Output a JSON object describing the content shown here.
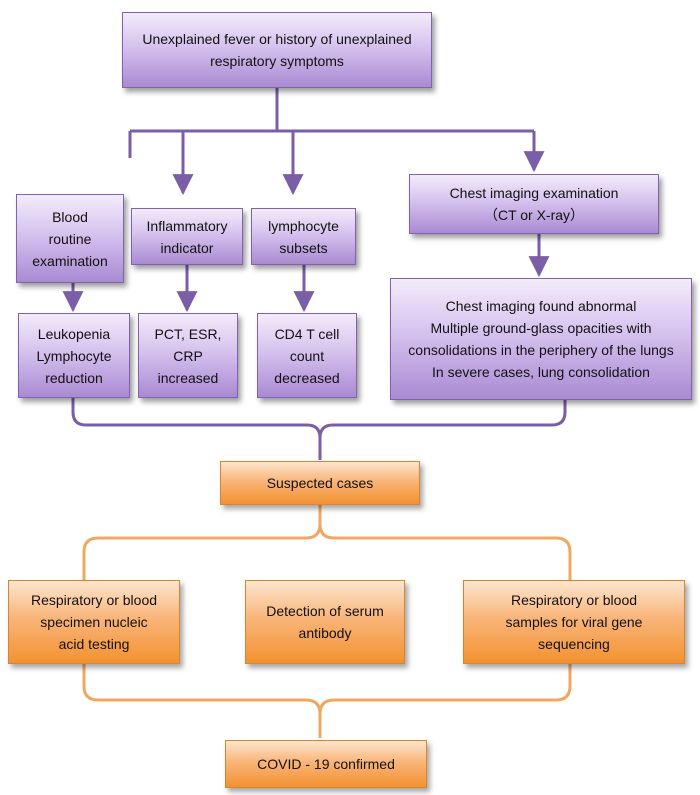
{
  "colors": {
    "purple_box": "#b89be0",
    "purple_line": "#7b5ea8",
    "orange_box": "#f7a55a",
    "orange_line": "#f0a860"
  },
  "boxes": {
    "top": "Unexplained fever or history of unexplained\nrespiratory symptoms",
    "blood_routine": "Blood\nroutine\nexamination",
    "inflammatory": "Inflammatory\nindicator",
    "lymphocyte_subsets": "lymphocyte\nsubsets",
    "chest_imaging": "Chest imaging examination\n（CT or X-ray）",
    "leukopenia": "Leukopenia\nLymphocyte\nreduction",
    "pct": "PCT, ESR,\nCRP\nincreased",
    "cd4": "CD4 T cell\ncount\ndecreased",
    "chest_abnormal": "Chest imaging found abnormal\nMultiple ground-glass opacities with\nconsolidations in the periphery of the lungs\nIn severe cases, lung consolidation",
    "suspected": "Suspected cases",
    "nucleic": "Respiratory or blood\nspecimen nucleic\nacid testing",
    "serum": "Detection of serum\nantibody",
    "sequencing": "Respiratory or blood\nsamples for viral gene\nsequencing",
    "confirmed": "COVID - 19 confirmed"
  }
}
